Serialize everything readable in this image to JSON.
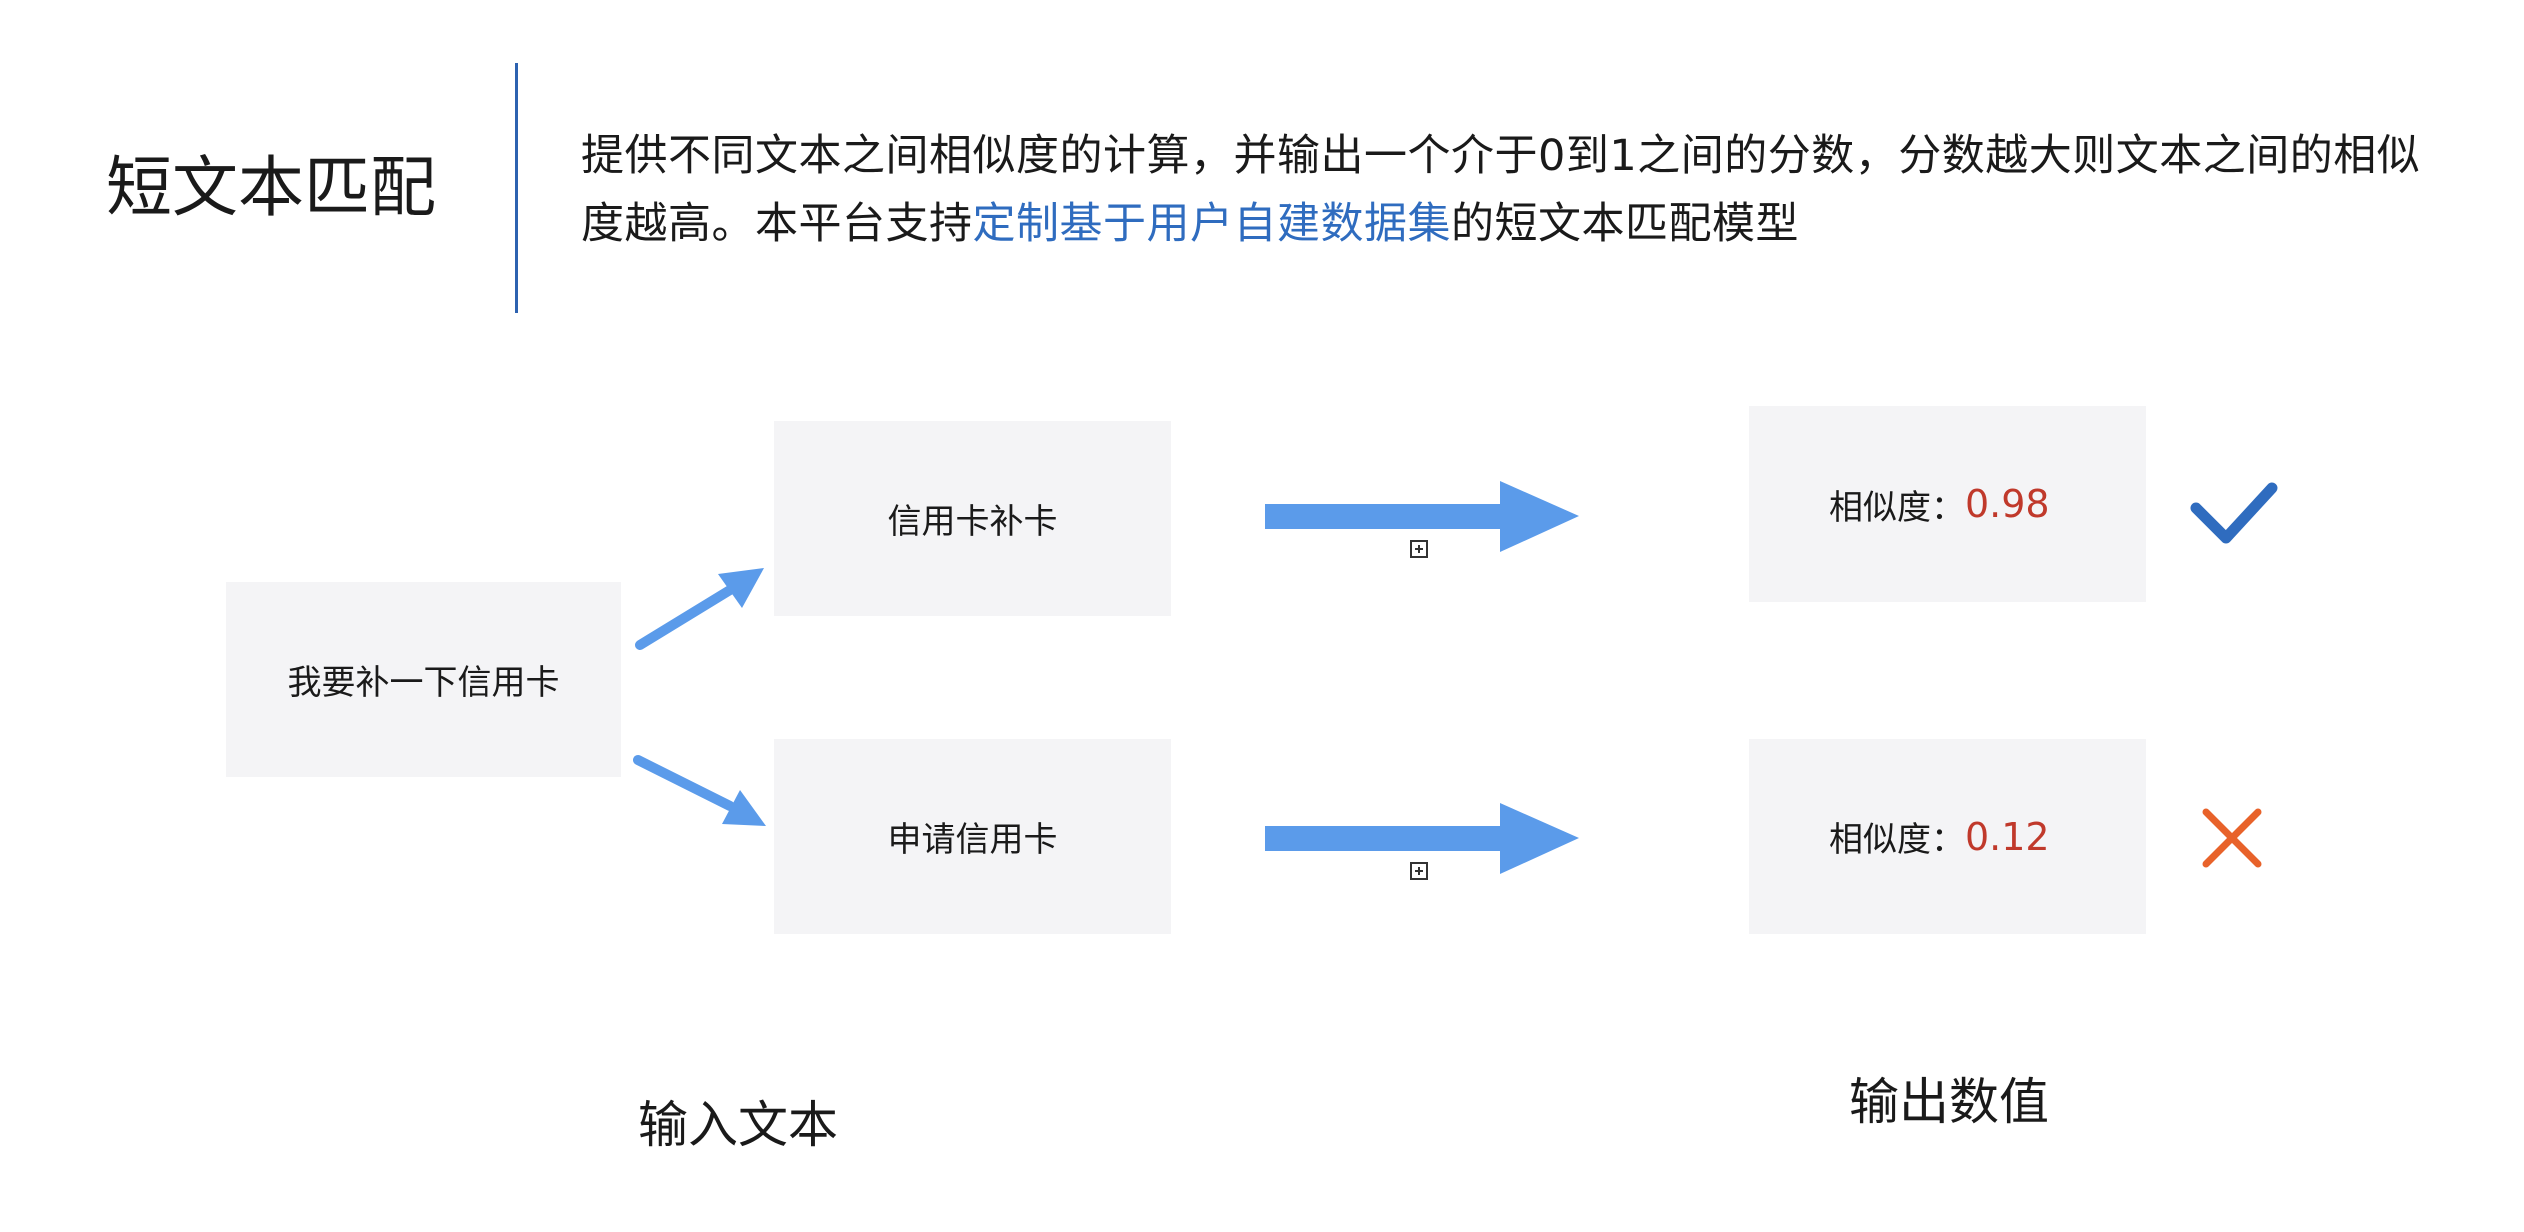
{
  "header": {
    "title": "短文本匹配",
    "desc_part1": "提供不同文本之间相似度的计算，并输出一个介于0到1之间的分数，分数越大则文本之间的相似度越高。本平台支持",
    "desc_highlight": "定制基于用户自建数据集",
    "desc_part2": "的短文本匹配模型"
  },
  "diagram": {
    "input_text": "我要补一下信用卡",
    "candidates": [
      {
        "text": "信用卡补卡",
        "score_label": "相似度：",
        "score": "0.98",
        "result": "match"
      },
      {
        "text": "申请信用卡",
        "score_label": "相似度：",
        "score": "0.12",
        "result": "no-match"
      }
    ],
    "label_input": "输入文本",
    "label_output": "输出数值"
  },
  "colors": {
    "arrow": "#5b9bea",
    "divider": "#2d62b0",
    "highlight": "#2f6cbf",
    "score": "#c0392b",
    "check": "#2f6cbf",
    "cross": "#e8622a",
    "box_bg": "#f4f4f6"
  },
  "icons": {
    "match": "check-icon",
    "no_match": "cross-icon",
    "expand": "plus-square-icon"
  }
}
